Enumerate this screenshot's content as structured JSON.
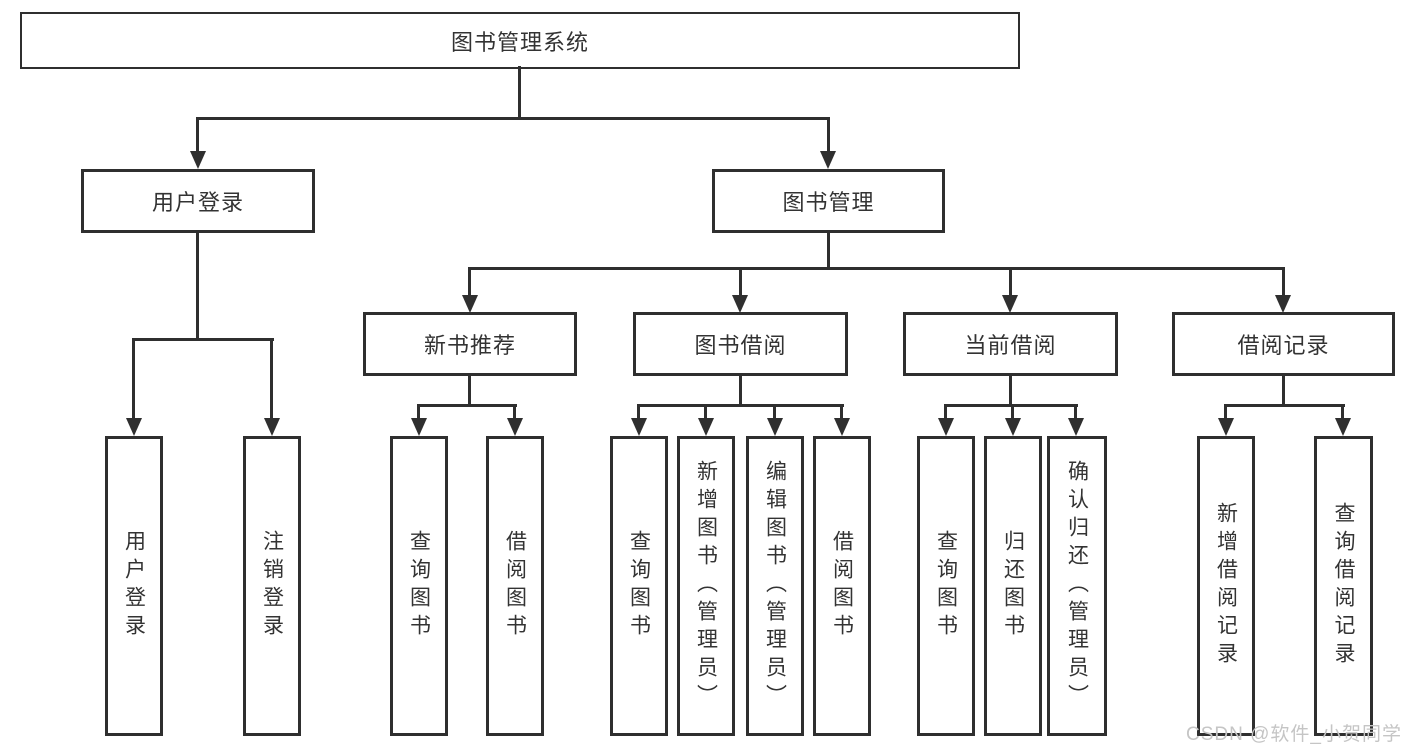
{
  "diagram": {
    "root": {
      "label": "图书管理系统"
    },
    "level2": {
      "user_login": {
        "label": "用户登录"
      },
      "book_mgmt": {
        "label": "图书管理"
      }
    },
    "level3": {
      "new_book_rec": {
        "label": "新书推荐"
      },
      "book_borrow": {
        "label": "图书借阅"
      },
      "current_borrow": {
        "label": "当前借阅"
      },
      "borrow_record": {
        "label": "借阅记录"
      }
    },
    "leaves": {
      "user_login": {
        "label": "用户登录"
      },
      "logout": {
        "label": "注销登录"
      },
      "query_book_newrec": {
        "label": "查询图书"
      },
      "borrow_book_newrec": {
        "label": "借阅图书"
      },
      "query_book_borrow": {
        "label": "查询图书"
      },
      "add_book_admin": {
        "label": "新增图书（管理员）"
      },
      "edit_book_admin": {
        "label": "编辑图书（管理员）"
      },
      "borrow_book_borrow": {
        "label": "借阅图书"
      },
      "query_book_current": {
        "label": "查询图书"
      },
      "return_book": {
        "label": "归还图书"
      },
      "confirm_return_admin": {
        "label": "确认归还（管理员）"
      },
      "add_borrow_record": {
        "label": "新增借阅记录"
      },
      "query_borrow_record": {
        "label": "查询借阅记录"
      }
    }
  },
  "watermark": {
    "text": "CSDN @软件_小贺同学"
  },
  "colors": {
    "line": "#2f2f2f",
    "text": "#333333",
    "box_background": "#ffffff",
    "page_background": "#ffffff",
    "watermark": "#c5c5c5"
  }
}
